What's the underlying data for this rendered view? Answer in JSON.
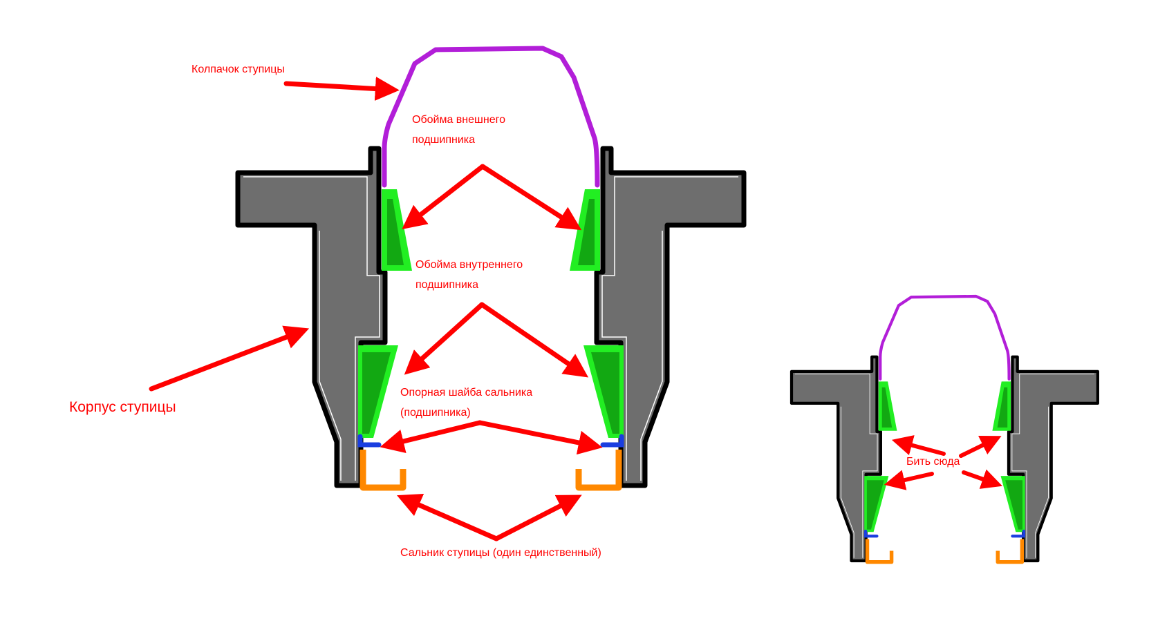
{
  "labels": {
    "cap": "Колпачок ступицы",
    "outer_race_1": "Обойма внешнего",
    "outer_race_2": "подшипника",
    "inner_race_1": "Обойма внутреннего",
    "inner_race_2": "подшипника",
    "housing": "Корпус ступицы",
    "washer_1": "Опорная шайба сальника",
    "washer_2": "(подшипника)",
    "seal": "Сальник ступицы (один единственный)",
    "hit_here": "Бить сюда"
  },
  "colors": {
    "housing_fill": "#6e6e6e",
    "outline": "#000000",
    "cap": "#b21ed8",
    "race_light": "#22ee22",
    "race_dark": "#12a812",
    "washer": "#1a3ee0",
    "seal": "#ff8800",
    "arrow": "#ff0000",
    "label": "#ff0000"
  }
}
